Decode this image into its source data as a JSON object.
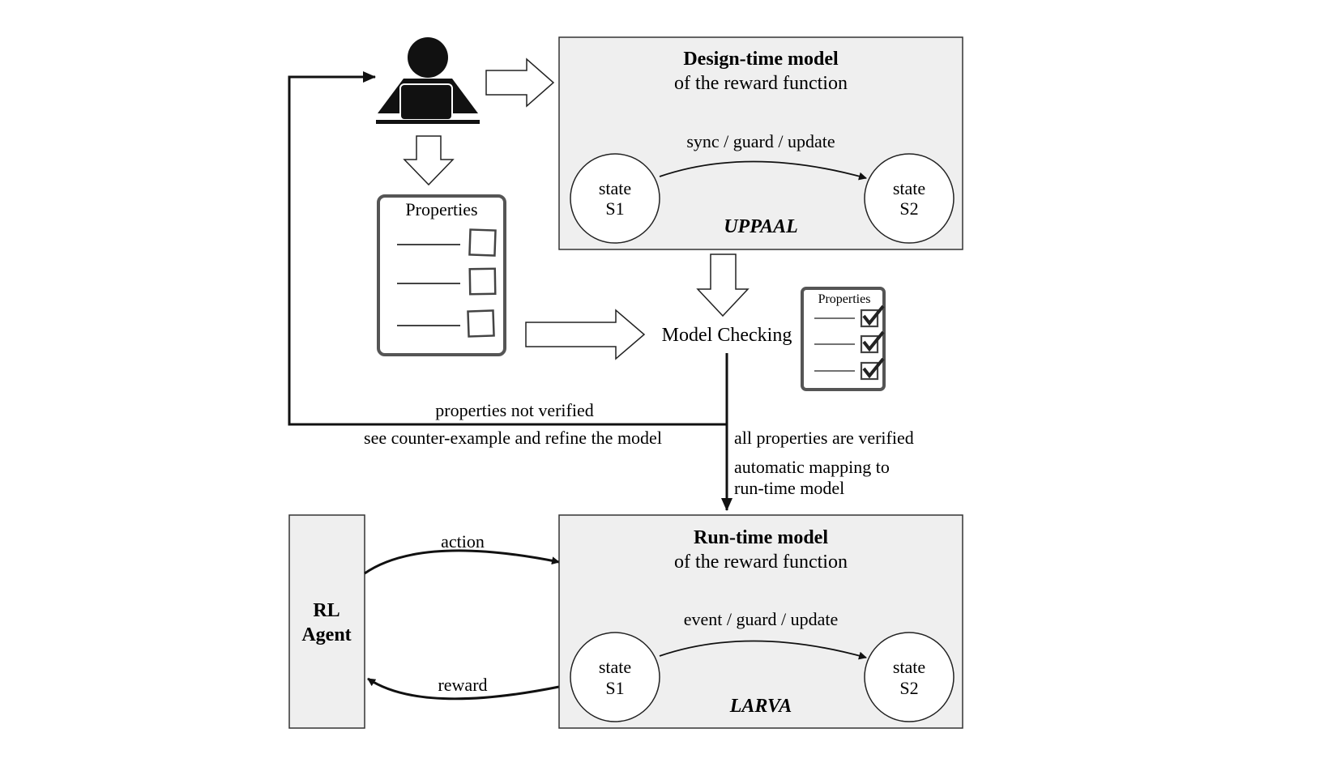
{
  "design_model": {
    "title": "Design-time model",
    "subtitle": "of the reward function",
    "transition": "sync / guard / update",
    "tool": "UPPAAL",
    "s1_line1": "state",
    "s1_line2": "S1",
    "s2_line1": "state",
    "s2_line2": "S2"
  },
  "properties_doc": {
    "title": "Properties"
  },
  "checked_properties_doc": {
    "title": "Properties"
  },
  "model_checking": {
    "label": "Model Checking"
  },
  "feedback": {
    "line1": "properties not verified",
    "line2": "see counter-example and refine the model"
  },
  "verified": {
    "line1": "all properties are verified",
    "line2": "automatic mapping to",
    "line3": "run-time model"
  },
  "runtime_model": {
    "title": "Run-time model",
    "subtitle": "of the reward function",
    "transition": "event / guard / update",
    "tool": "LARVA",
    "s1_line1": "state",
    "s1_line2": "S1",
    "s2_line1": "state",
    "s2_line2": "S2"
  },
  "agent": {
    "line1": "RL",
    "line2": "Agent"
  },
  "loop": {
    "action": "action",
    "reward": "reward"
  }
}
